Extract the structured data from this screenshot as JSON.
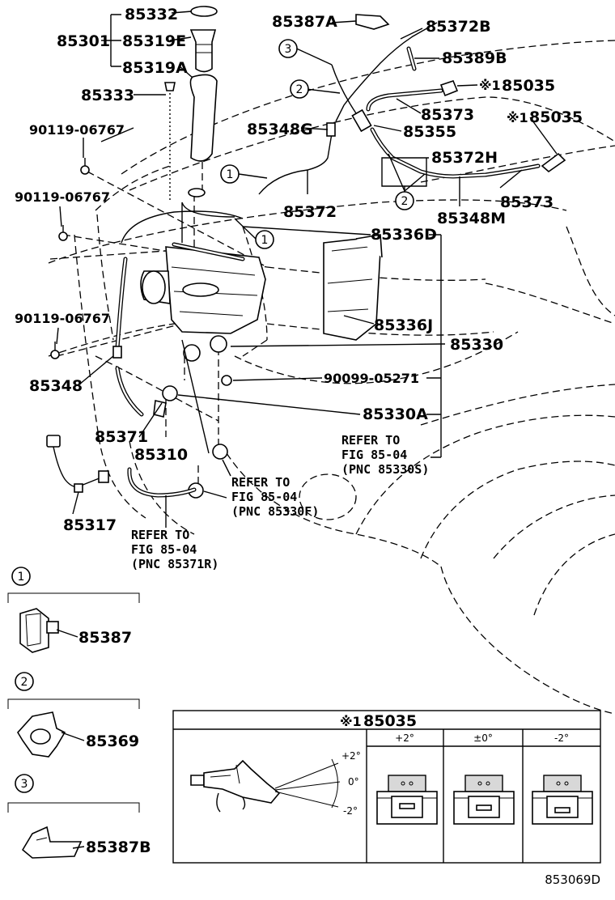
{
  "labels": {
    "p85332": "85332",
    "p85301": "85301",
    "p85319E": "85319E",
    "p85319A": "85319A",
    "p85333": "85333",
    "p90119a": "90119-06767",
    "p90119b": "90119-06767",
    "p90119c": "90119-06767",
    "p85348": "85348",
    "p85371": "85371",
    "p85310": "85310",
    "p85317": "85317",
    "p85387A": "85387A",
    "p85372B": "85372B",
    "p85389B": "85389B",
    "p85035a": "85035",
    "p85035b": "85035",
    "p85373a": "85373",
    "p85348G": "85348G",
    "p85355": "85355",
    "p85372H": "85372H",
    "p85372": "85372",
    "p85348M": "85348M",
    "p85373b": "85373",
    "p85336D": "85336D",
    "p85336J": "85336J",
    "p85330": "85330",
    "p90099": "90099-05271",
    "p85330A": "85330A",
    "mark": "※1"
  },
  "notes": {
    "refer1": [
      "REFER TO",
      "FIG 85-04",
      "(PNC 85330S)"
    ],
    "refer2": [
      "REFER TO",
      "FIG 85-04",
      "(PNC 85330F)"
    ],
    "refer3": [
      "REFER TO",
      "FIG 85-04",
      "(PNC 85371R)"
    ]
  },
  "callouts": [
    "1",
    "2",
    "3"
  ],
  "legend": [
    {
      "num": "1",
      "part": "85387"
    },
    {
      "num": "2",
      "part": "85369"
    },
    {
      "num": "3",
      "part": "85387B"
    }
  ],
  "detail_box": {
    "title_mark": "※1",
    "title": "85035",
    "angles": [
      "+2°",
      "0°",
      "-2°"
    ],
    "columns": [
      "+2°",
      "±0°",
      "-2°"
    ]
  },
  "figure_id": "853069D"
}
